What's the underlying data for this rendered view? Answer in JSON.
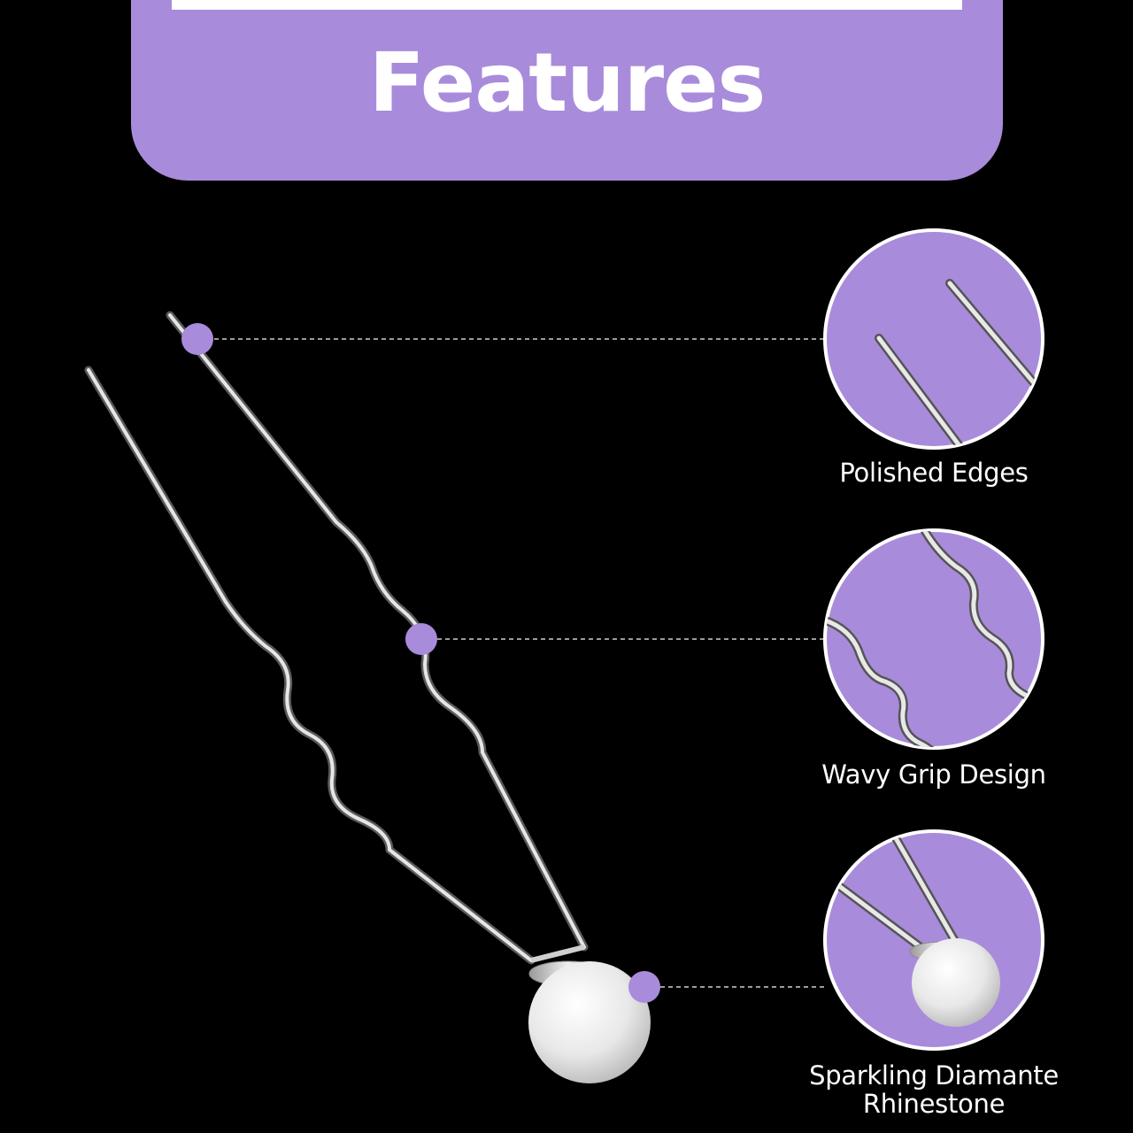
{
  "header": {
    "title": "Features"
  },
  "features": [
    {
      "label": "Polished Edges",
      "icon": "pin-tips-closeup-icon"
    },
    {
      "label": "Wavy Grip Design",
      "icon": "wavy-prongs-closeup-icon"
    },
    {
      "label": "Sparkling Diamante\nRhinestone",
      "icon": "pearl-head-closeup-icon"
    }
  ],
  "colors": {
    "background": "#000000",
    "accent": "#a98bdb",
    "text": "#ffffff",
    "metal": "#d9d9d9",
    "pearl": "#f2f2f2"
  }
}
